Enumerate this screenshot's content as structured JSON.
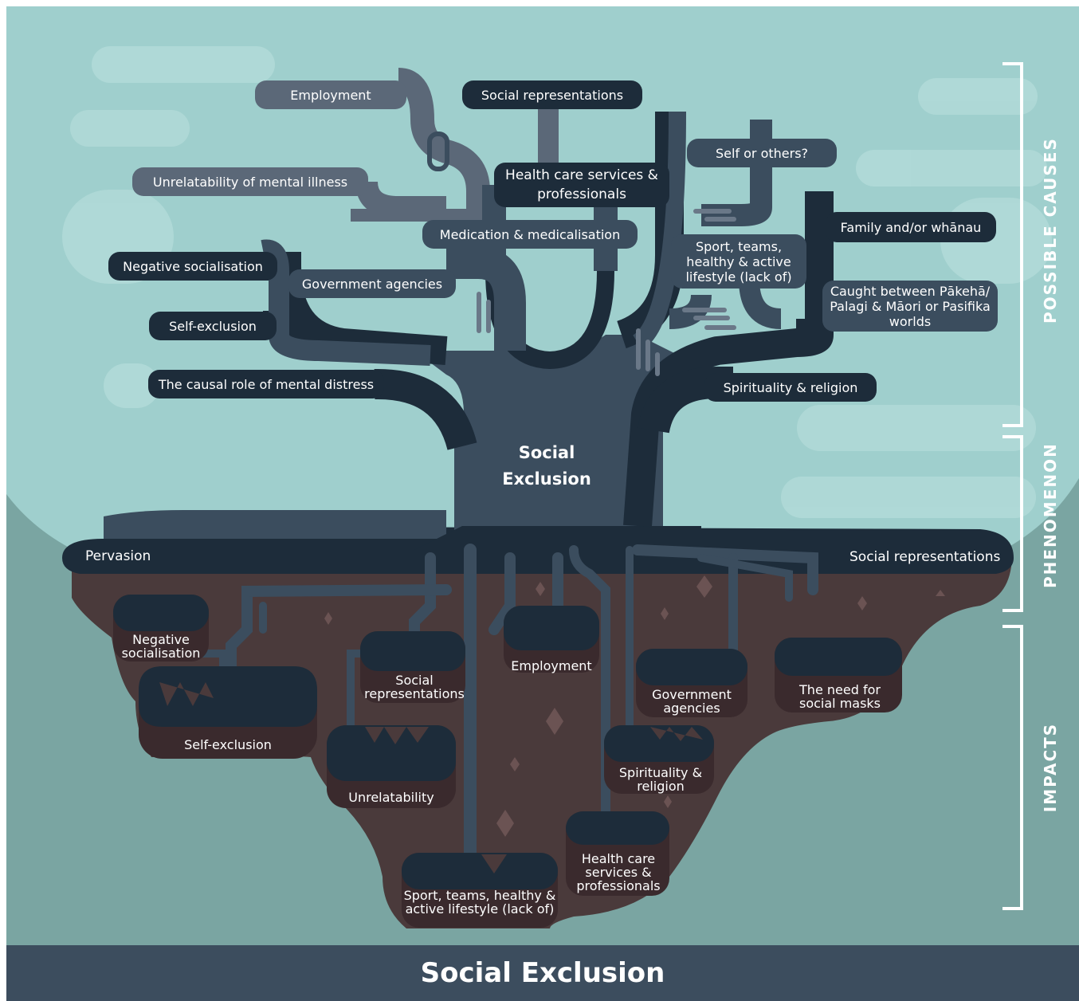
{
  "title": "Social Exclusion",
  "center_label": [
    "Social",
    "Exclusion"
  ],
  "sections": {
    "possible_causes": "POSSIBLE CAUSES",
    "phenomenon": "PHENOMENON",
    "impacts": "IMPACTS"
  },
  "causes": [
    {
      "label": "Employment"
    },
    {
      "label": "Social representations"
    },
    {
      "label": "Unrelatability of mental illness"
    },
    {
      "label": "Health care services & professionals"
    },
    {
      "label": "Self or others?"
    },
    {
      "label": "Medication & medicalisation"
    },
    {
      "label": "Family and/or whānau"
    },
    {
      "label": "Negative socialisation"
    },
    {
      "label": "Government agencies"
    },
    {
      "label": "Sport, teams, healthy & active lifestyle (lack of)"
    },
    {
      "label": "Self-exclusion"
    },
    {
      "label": "Caught between Pākehā/ Palagi & Māori or Pasifika worlds"
    },
    {
      "label": "The causal role of mental distress"
    },
    {
      "label": "Spirituality & religion"
    }
  ],
  "phenomenon": {
    "left": "Pervasion",
    "right": "Social representations"
  },
  "impacts": [
    {
      "label": "Negative socialisation"
    },
    {
      "label": "Self-exclusion"
    },
    {
      "label": "Social representations"
    },
    {
      "label": "Employment"
    },
    {
      "label": "Unrelatability"
    },
    {
      "label": "Government agencies"
    },
    {
      "label": "The need for social masks"
    },
    {
      "label": "Spirituality & religion"
    },
    {
      "label": "Health care services & professionals"
    },
    {
      "label": "Sport, teams, healthy & active lifestyle (lack of)"
    }
  ],
  "colors": {
    "sky": "#9fcfcd",
    "ground_teal": "#7aa5a2",
    "trunk": "#3b4d5e",
    "branch_dark": "#1d2c3a",
    "branch_gray": "#5b6878",
    "soil": "#4a3a3b",
    "soil_dark": "#3a2a2d",
    "footer": "#3c4d5e"
  }
}
